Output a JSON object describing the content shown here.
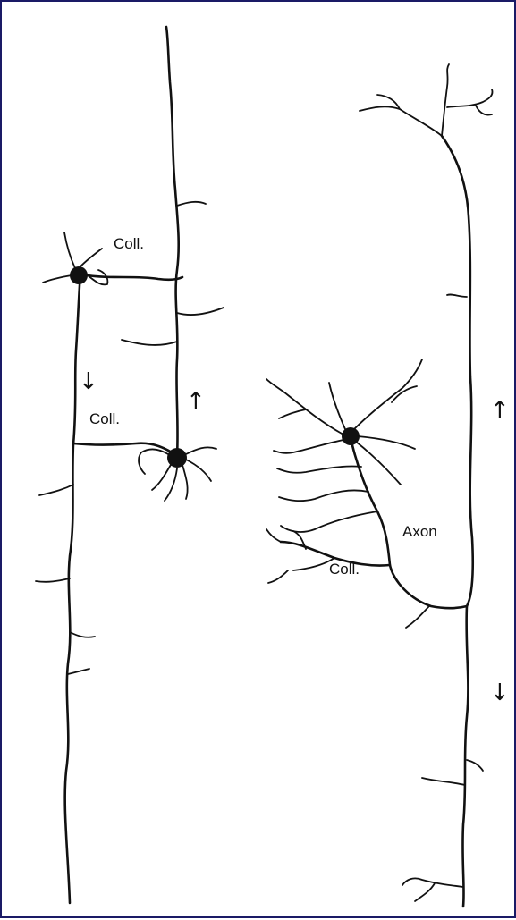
{
  "diagram": {
    "labels": {
      "coll_top": "Coll.",
      "coll_middle": "Coll.",
      "axon": "Axon",
      "coll_right": "Coll."
    },
    "arrow_glyphs": {
      "down": "↓",
      "up": "↑"
    },
    "colors": {
      "frame": "#1a1a66",
      "ink": "#111111",
      "background": "#ffffff"
    }
  }
}
